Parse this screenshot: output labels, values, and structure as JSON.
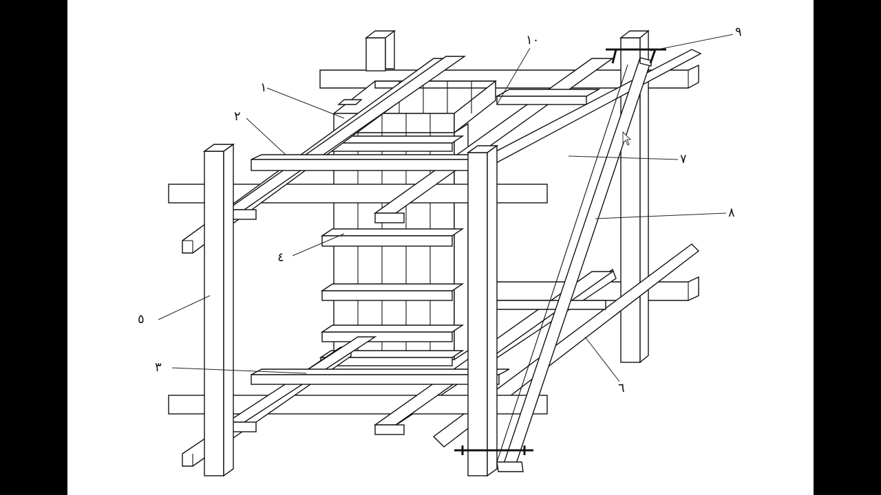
{
  "labels": {
    "l1": "١",
    "l2": "٢",
    "l3": "٣",
    "l4": "٤",
    "l5": "٥",
    "l6": "٦",
    "l7": "٧",
    "l8": "٨",
    "l9": "٩",
    "l10": "١٠"
  },
  "colors": {
    "frame": "#000000",
    "background": "#ffffff",
    "ink": "#111111"
  }
}
